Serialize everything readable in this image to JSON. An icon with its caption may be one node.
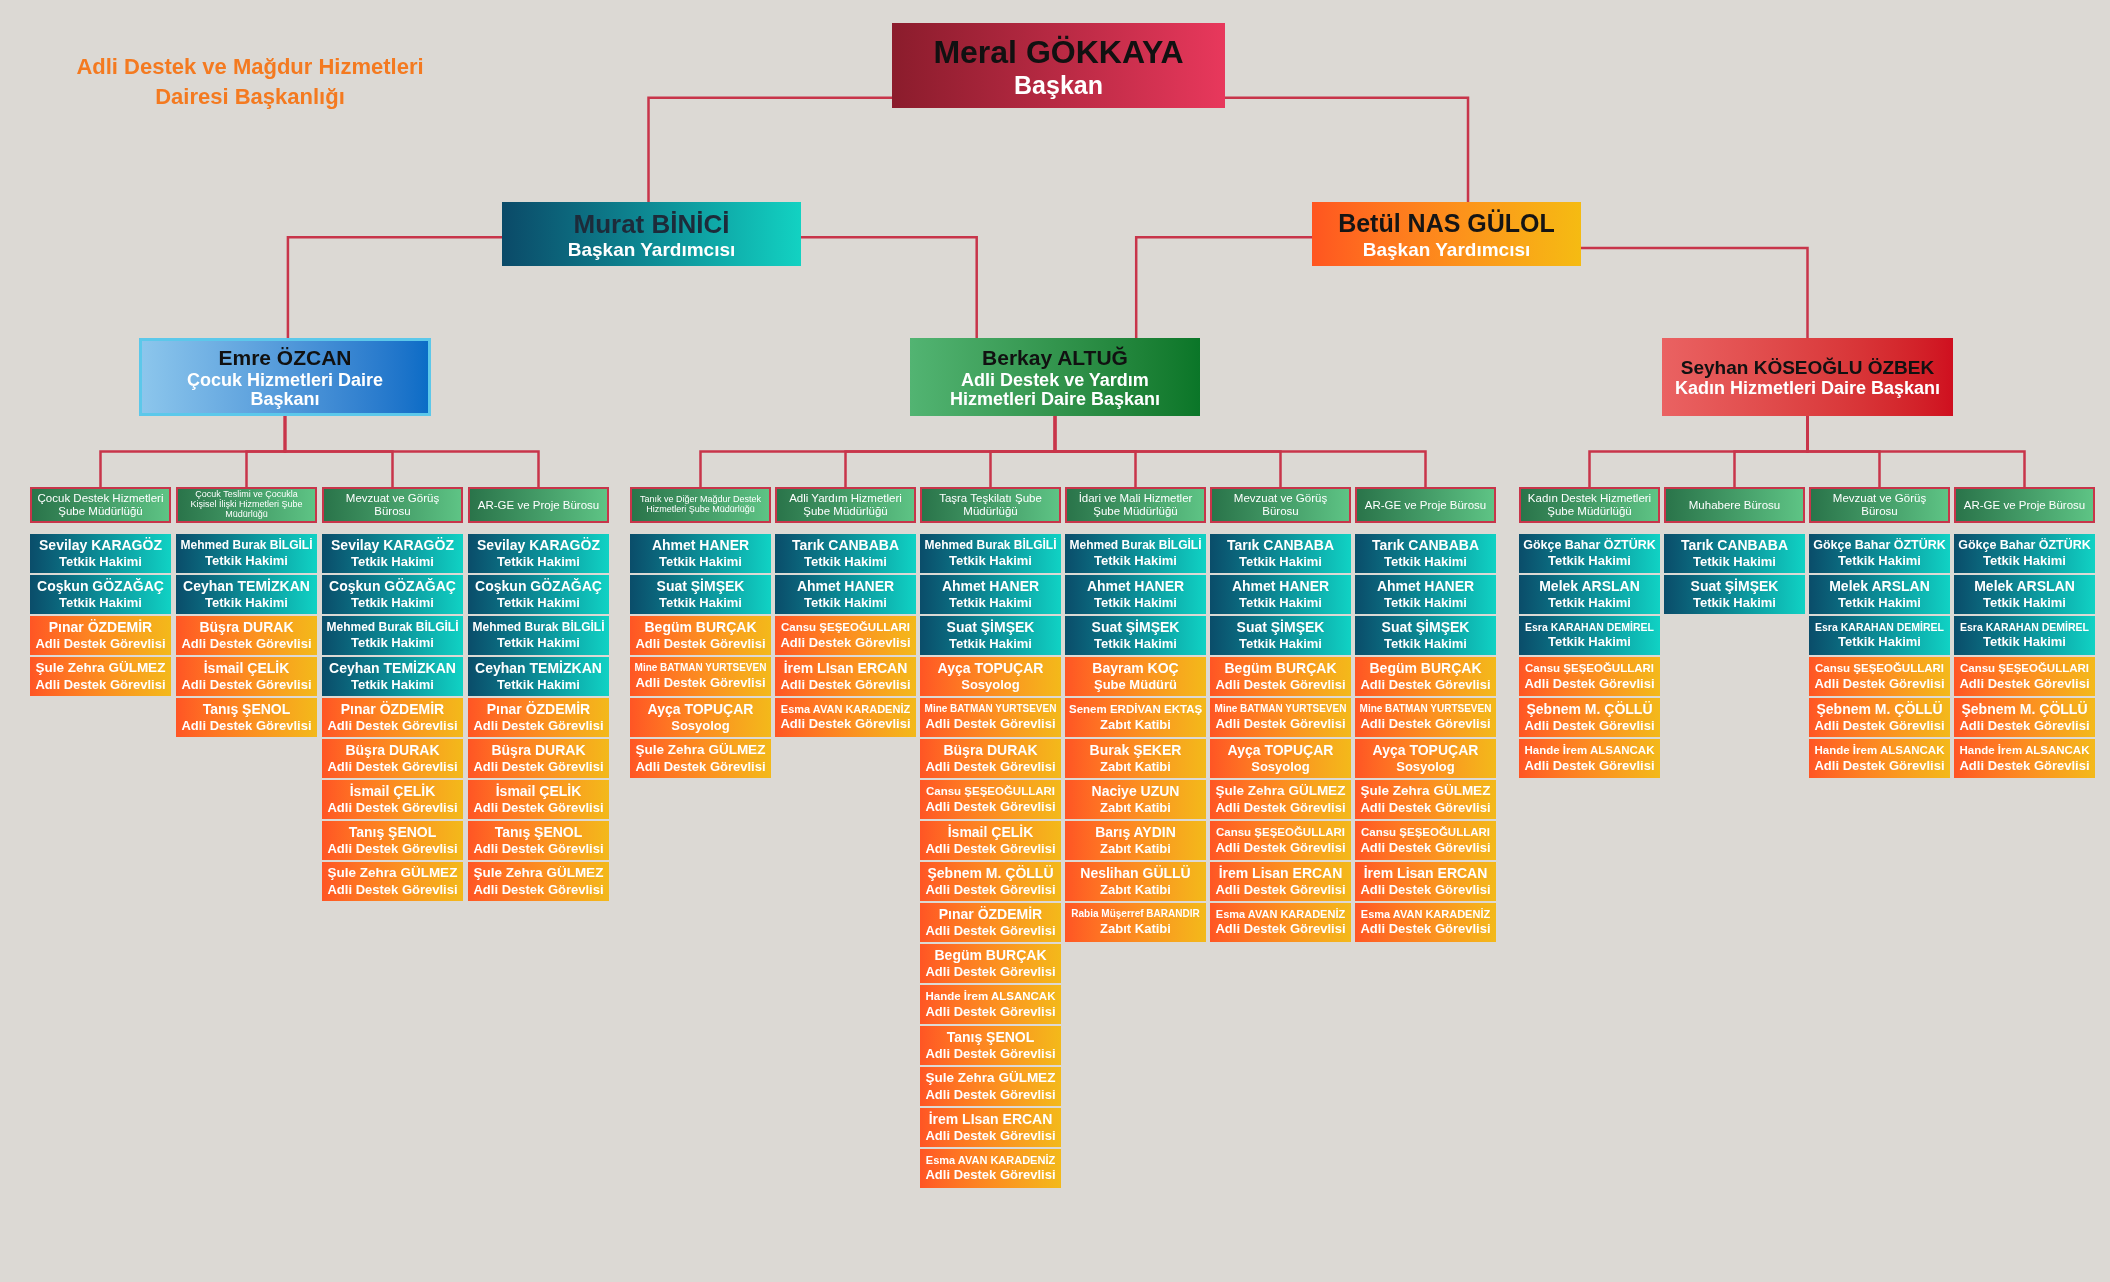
{
  "diagram": {
    "title": "Adli Destek ve Mağdur Hizmetleri Dairesi Başkanlığı",
    "nodes": [
      {
        "text": [
          "Meral GÖKKAYA",
          "Başkan"
        ]
      },
      {
        "text": [
          "Murat BİNİCİ",
          "Başkan Yardımcısı"
        ]
      },
      {
        "text": [
          "Betül NAS GÜLOL",
          "Başkan Yardımcısı"
        ]
      },
      {
        "text": [
          "Emre ÖZCAN",
          "Çocuk Hizmetleri Daire Başkanı"
        ]
      },
      {
        "text": [
          "Berkay ALTUĞ",
          "Adli Destek ve Yardım Hizmetleri Daire Başkanı"
        ]
      },
      {
        "text": [
          "Seyhan KÖSEOĞLU ÖZBEK",
          "Kadın Hizmetleri Daire Başkanı"
        ]
      },
      {
        "text": [
          "Çocuk Destek Hizmetleri Şube Müdürlüğü"
        ]
      },
      {
        "text": [
          "Sevilay KARAGÖZ",
          "Tetkik Hakimi"
        ]
      },
      {
        "text": [
          "Coşkun GÖZAĞAÇ",
          "Tetkik Hakimi"
        ]
      },
      {
        "text": [
          "Pınar ÖZDEMİR",
          "Adli Destek Görevlisi"
        ]
      },
      {
        "text": [
          "Şule Zehra GÜLMEZ",
          "Adli Destek Görevlisi"
        ]
      },
      {
        "text": [
          "Çocuk Teslimi ve Çocukla Kişisel İlişki Hizmetleri Şube Müdürlüğü"
        ]
      },
      {
        "text": [
          "Mehmed Burak BİLGİLİ",
          "Tetkik Hakimi"
        ]
      },
      {
        "text": [
          "Ceyhan TEMİZKAN",
          "Tetkik Hakimi"
        ]
      },
      {
        "text": [
          "Büşra DURAK",
          "Adli Destek Görevlisi"
        ]
      },
      {
        "text": [
          "İsmail ÇELİK",
          "Adli Destek Görevlisi"
        ]
      },
      {
        "text": [
          "Tanış ŞENOL",
          "Adli Destek Görevlisi"
        ]
      },
      {
        "text": [
          "Mevzuat ve Görüş Bürosu"
        ]
      },
      {
        "text": [
          "Sevilay KARAGÖZ",
          "Tetkik Hakimi"
        ]
      },
      {
        "text": [
          "Coşkun GÖZAĞAÇ",
          "Tetkik Hakimi"
        ]
      },
      {
        "text": [
          "Mehmed Burak BİLGİLİ",
          "Tetkik Hakimi"
        ]
      },
      {
        "text": [
          "Ceyhan TEMİZKAN",
          "Tetkik Hakimi"
        ]
      },
      {
        "text": [
          "Pınar ÖZDEMİR",
          "Adli Destek Görevlisi"
        ]
      },
      {
        "text": [
          "Büşra DURAK",
          "Adli Destek Görevlisi"
        ]
      },
      {
        "text": [
          "İsmail ÇELİK",
          "Adli Destek Görevlisi"
        ]
      },
      {
        "text": [
          "Tanış ŞENOL",
          "Adli Destek Görevlisi"
        ]
      },
      {
        "text": [
          "Şule Zehra GÜLMEZ",
          "Adli Destek Görevlisi"
        ]
      },
      {
        "text": [
          "AR-GE ve Proje Bürosu"
        ]
      },
      {
        "text": [
          "Sevilay KARAGÖZ",
          "Tetkik Hakimi"
        ]
      },
      {
        "text": [
          "Coşkun GÖZAĞAÇ",
          "Tetkik Hakimi"
        ]
      },
      {
        "text": [
          "Mehmed Burak BİLGİLİ",
          "Tetkik Hakimi"
        ]
      },
      {
        "text": [
          "Ceyhan TEMİZKAN",
          "Tetkik Hakimi"
        ]
      },
      {
        "text": [
          "Pınar ÖZDEMİR",
          "Adli Destek Görevlisi"
        ]
      },
      {
        "text": [
          "Büşra DURAK",
          "Adli Destek Görevlisi"
        ]
      },
      {
        "text": [
          "İsmail ÇELİK",
          "Adli Destek Görevlisi"
        ]
      },
      {
        "text": [
          "Tanış ŞENOL",
          "Adli Destek Görevlisi"
        ]
      },
      {
        "text": [
          "Şule Zehra GÜLMEZ",
          "Adli Destek Görevlisi"
        ]
      },
      {
        "text": [
          "Tanık ve Diğer Mağdur Destek Hizmetleri Şube Müdürlüğü"
        ]
      },
      {
        "text": [
          "Ahmet HANER",
          "Tetkik Hakimi"
        ]
      },
      {
        "text": [
          "Suat ŞİMŞEK",
          "Tetkik Hakimi"
        ]
      },
      {
        "text": [
          "Begüm BURÇAK",
          "Adli Destek Görevlisi"
        ]
      },
      {
        "text": [
          "Mine BATMAN YURTSEVEN",
          "Adli Destek Görevlisi"
        ]
      },
      {
        "text": [
          "Ayça TOPUÇAR",
          "Sosyolog"
        ]
      },
      {
        "text": [
          "Şule Zehra GÜLMEZ",
          "Adli Destek Görevlisi"
        ]
      },
      {
        "text": [
          "Adli Yardım Hizmetleri Şube Müdürlüğü"
        ]
      },
      {
        "text": [
          "Tarık CANBABA",
          "Tetkik Hakimi"
        ]
      },
      {
        "text": [
          "Ahmet HANER",
          "Tetkik Hakimi"
        ]
      },
      {
        "text": [
          "Cansu ŞEŞEOĞULLARI",
          "Adli Destek Görevlisi"
        ]
      },
      {
        "text": [
          "İrem LIsan ERCAN",
          "Adli Destek Görevlisi"
        ]
      },
      {
        "text": [
          "Esma AVAN KARADENİZ",
          "Adli Destek Görevlisi"
        ]
      },
      {
        "text": [
          "Taşra Teşkilatı Şube Müdürlüğü"
        ]
      },
      {
        "text": [
          "Mehmed Burak BİLGİLİ",
          "Tetkik Hakimi"
        ]
      },
      {
        "text": [
          "Ahmet HANER",
          "Tetkik Hakimi"
        ]
      },
      {
        "text": [
          "Suat ŞİMŞEK",
          "Tetkik Hakimi"
        ]
      },
      {
        "text": [
          "Ayça TOPUÇAR",
          "Sosyolog"
        ]
      },
      {
        "text": [
          "Mine BATMAN YURTSEVEN",
          "Adli Destek Görevlisi"
        ]
      },
      {
        "text": [
          "Büşra DURAK",
          "Adli Destek Görevlisi"
        ]
      },
      {
        "text": [
          "Cansu ŞEŞEOĞULLARI",
          "Adli Destek Görevlisi"
        ]
      },
      {
        "text": [
          "İsmail ÇELİK",
          "Adli Destek Görevlisi"
        ]
      },
      {
        "text": [
          "Şebnem M. ÇÖLLÜ",
          "Adli Destek Görevlisi"
        ]
      },
      {
        "text": [
          "Pınar ÖZDEMİR",
          "Adli Destek Görevlisi"
        ]
      },
      {
        "text": [
          "Begüm BURÇAK",
          "Adli Destek Görevlisi"
        ]
      },
      {
        "text": [
          "Hande İrem ALSANCAK",
          "Adli Destek Görevlisi"
        ]
      },
      {
        "text": [
          "Tanış ŞENOL",
          "Adli Destek Görevlisi"
        ]
      },
      {
        "text": [
          "Şule Zehra GÜLMEZ",
          "Adli Destek Görevlisi"
        ]
      },
      {
        "text": [
          "İrem LIsan ERCAN",
          "Adli Destek Görevlisi"
        ]
      },
      {
        "text": [
          "Esma AVAN KARADENİZ",
          "Adli Destek Görevlisi"
        ]
      },
      {
        "text": [
          "İdari ve Mali Hizmetler Şube Müdürlüğü"
        ]
      },
      {
        "text": [
          "Mehmed Burak BİLGİLİ",
          "Tetkik Hakimi"
        ]
      },
      {
        "text": [
          "Ahmet HANER",
          "Tetkik Hakimi"
        ]
      },
      {
        "text": [
          "Suat ŞİMŞEK",
          "Tetkik Hakimi"
        ]
      },
      {
        "text": [
          "Bayram KOÇ",
          "Şube Müdürü"
        ]
      },
      {
        "text": [
          "Senem ERDİVAN EKTAŞ",
          "Zabıt Katibi"
        ]
      },
      {
        "text": [
          "Burak ŞEKER",
          "Zabıt Katibi"
        ]
      },
      {
        "text": [
          "Naciye UZUN",
          "Zabıt Katibi"
        ]
      },
      {
        "text": [
          "Barış AYDIN",
          "Zabıt Katibi"
        ]
      },
      {
        "text": [
          "Neslihan GÜLLÜ",
          "Zabıt Katibi"
        ]
      },
      {
        "text": [
          "Rabia Müşerref BARANDIR",
          "Zabıt Katibi"
        ]
      },
      {
        "text": [
          "Mevzuat ve Görüş Bürosu"
        ]
      },
      {
        "text": [
          "Tarık CANBABA",
          "Tetkik Hakimi"
        ]
      },
      {
        "text": [
          "Ahmet HANER",
          "Tetkik Hakimi"
        ]
      },
      {
        "text": [
          "Suat ŞİMŞEK",
          "Tetkik Hakimi"
        ]
      },
      {
        "text": [
          "Begüm BURÇAK",
          "Adli Destek Görevlisi"
        ]
      },
      {
        "text": [
          "Mine BATMAN YURTSEVEN",
          "Adli Destek Görevlisi"
        ]
      },
      {
        "text": [
          "Ayça TOPUÇAR",
          "Sosyolog"
        ]
      },
      {
        "text": [
          "Şule Zehra GÜLMEZ",
          "Adli Destek Görevlisi"
        ]
      },
      {
        "text": [
          "Cansu ŞEŞEOĞULLARI",
          "Adli Destek Görevlisi"
        ]
      },
      {
        "text": [
          "İrem Lisan ERCAN",
          "Adli Destek Görevlisi"
        ]
      },
      {
        "text": [
          "Esma AVAN KARADENİZ",
          "Adli Destek Görevlisi"
        ]
      },
      {
        "text": [
          "AR-GE ve Proje Bürosu"
        ]
      },
      {
        "text": [
          "Tarık CANBABA",
          "Tetkik Hakimi"
        ]
      },
      {
        "text": [
          "Ahmet HANER",
          "Tetkik Hakimi"
        ]
      },
      {
        "text": [
          "Suat ŞİMŞEK",
          "Tetkik Hakimi"
        ]
      },
      {
        "text": [
          "Begüm BURÇAK",
          "Adli Destek Görevlisi"
        ]
      },
      {
        "text": [
          "Mine BATMAN YURTSEVEN",
          "Adli Destek Görevlisi"
        ]
      },
      {
        "text": [
          "Ayça TOPUÇAR",
          "Sosyolog"
        ]
      },
      {
        "text": [
          "Şule Zehra GÜLMEZ",
          "Adli Destek Görevlisi"
        ]
      },
      {
        "text": [
          "Cansu ŞEŞEOĞULLARI",
          "Adli Destek Görevlisi"
        ]
      },
      {
        "text": [
          "İrem Lisan ERCAN",
          "Adli Destek Görevlisi"
        ]
      },
      {
        "text": [
          "Esma AVAN KARADENİZ",
          "Adli Destek Görevlisi"
        ]
      },
      {
        "text": [
          "Kadın Destek Hizmetleri Şube Müdürlüğü"
        ]
      },
      {
        "text": [
          "Gökçe Bahar ÖZTÜRK",
          "Tetkik Hakimi"
        ]
      },
      {
        "text": [
          "Melek ARSLAN",
          "Tetkik Hakimi"
        ]
      },
      {
        "text": [
          "Esra KARAHAN DEMİREL",
          "Tetkik Hakimi"
        ]
      },
      {
        "text": [
          "Cansu ŞEŞEOĞULLARI",
          "Adli Destek Görevlisi"
        ]
      },
      {
        "text": [
          "Şebnem M. ÇÖLLÜ",
          "Adli Destek Görevlisi"
        ]
      },
      {
        "text": [
          "Hande İrem ALSANCAK",
          "Adli Destek Görevlisi"
        ]
      },
      {
        "text": [
          "Muhabere Bürosu"
        ]
      },
      {
        "text": [
          "Tarık CANBABA",
          "Tetkik Hakimi"
        ]
      },
      {
        "text": [
          "Suat ŞİMŞEK",
          "Tetkik Hakimi"
        ]
      },
      {
        "text": [
          "Mevzuat ve Görüş Bürosu"
        ]
      },
      {
        "text": [
          "Gökçe Bahar ÖZTÜRK",
          "Tetkik Hakimi"
        ]
      },
      {
        "text": [
          "Melek ARSLAN",
          "Tetkik Hakimi"
        ]
      },
      {
        "text": [
          "Esra KARAHAN DEMİREL",
          "Tetkik Hakimi"
        ]
      },
      {
        "text": [
          "Cansu ŞEŞEOĞULLARI",
          "Adli Destek Görevlisi"
        ]
      },
      {
        "text": [
          "Şebnem M. ÇÖLLÜ",
          "Adli Destek Görevlisi"
        ]
      },
      {
        "text": [
          "Hande İrem ALSANCAK",
          "Adli Destek Görevlisi"
        ]
      },
      {
        "text": [
          "AR-GE ve Proje Bürosu"
        ]
      },
      {
        "text": [
          "Gökçe Bahar ÖZTÜRK",
          "Tetkik Hakimi"
        ]
      },
      {
        "text": [
          "Melek ARSLAN",
          "Tetkik Hakimi"
        ]
      },
      {
        "text": [
          "Esra KARAHAN DEMİREL",
          "Tetkik Hakimi"
        ]
      },
      {
        "text": [
          "Cansu ŞEŞEOĞULLARI",
          "Adli Destek Görevlisi"
        ]
      },
      {
        "text": [
          "Şebnem M. ÇÖLLÜ",
          "Adli Destek Görevlisi"
        ]
      },
      {
        "text": [
          "Hande İrem ALSANCAK",
          "Adli Destek Görevlisi"
        ]
      }
    ],
    "edges": [
      {
        "from": 0,
        "to": 1,
        "arrow": "none"
      },
      {
        "from": 0,
        "to": 2,
        "arrow": "none"
      },
      {
        "from": 1,
        "to": 3,
        "arrow": "none"
      },
      {
        "from": 1,
        "to": 4,
        "arrow": "none"
      },
      {
        "from": 2,
        "to": 4,
        "arrow": "none"
      },
      {
        "from": 2,
        "to": 5,
        "arrow": "none"
      },
      {
        "from": 3,
        "to": 6,
        "arrow": "none"
      },
      {
        "from": 3,
        "to": 11,
        "arrow": "none"
      },
      {
        "from": 3,
        "to": 17,
        "arrow": "none"
      },
      {
        "from": 3,
        "to": 27,
        "arrow": "none"
      },
      {
        "from": 4,
        "to": 37,
        "arrow": "none"
      },
      {
        "from": 4,
        "to": 44,
        "arrow": "none"
      },
      {
        "from": 4,
        "to": 50,
        "arrow": "none"
      },
      {
        "from": 4,
        "to": 67,
        "arrow": "none"
      },
      {
        "from": 4,
        "to": 78,
        "arrow": "none"
      },
      {
        "from": 4,
        "to": 89,
        "arrow": "none"
      },
      {
        "from": 5,
        "to": 100,
        "arrow": "none"
      },
      {
        "from": 5,
        "to": 107,
        "arrow": "none"
      },
      {
        "from": 5,
        "to": 110,
        "arrow": "none"
      },
      {
        "from": 5,
        "to": 117,
        "arrow": "none"
      }
    ]
  }
}
